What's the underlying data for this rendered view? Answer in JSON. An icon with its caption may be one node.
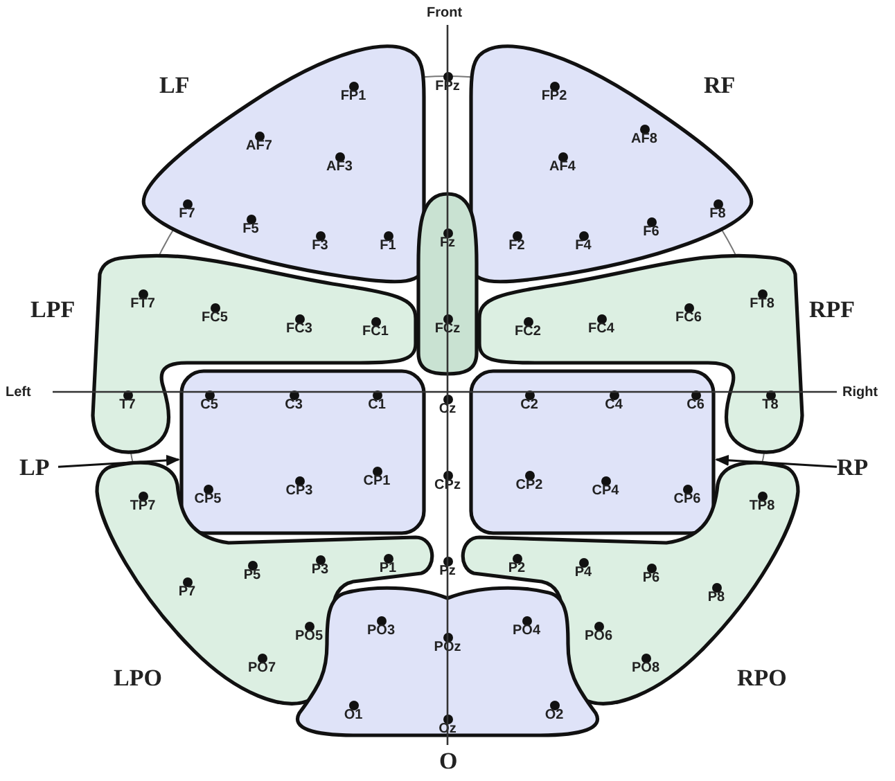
{
  "diagram": {
    "nodes": [
      {
        "text": [
          "LF",
          "FP1",
          "AF7",
          "AF3",
          "F7",
          "F5",
          "F3",
          "F1"
        ]
      },
      {
        "text": [
          "RF",
          "FP2",
          "AF4",
          "AF8",
          "F2",
          "F4",
          "F6",
          "F8"
        ]
      },
      {
        "text": [
          "Fz",
          "FCz"
        ]
      },
      {
        "text": [
          "LPF",
          "FT7",
          "FC5",
          "FC3",
          "FC1",
          "T7"
        ]
      },
      {
        "text": [
          "RPF",
          "FC2",
          "FC4",
          "FC6",
          "FT8",
          "T8"
        ]
      },
      {
        "text": [
          "C5",
          "C3",
          "C1",
          "CP5",
          "CP3",
          "CP1"
        ]
      },
      {
        "text": [
          "C2",
          "C4",
          "C6",
          "CP2",
          "CP4",
          "CP6"
        ]
      },
      {
        "text": [
          "LP"
        ]
      },
      {
        "text": [
          "RP"
        ]
      },
      {
        "text": [
          "LPO",
          "TP7",
          "P7",
          "P5",
          "P3",
          "P1",
          "PO7",
          "PO5"
        ]
      },
      {
        "text": [
          "RPO",
          "TP8",
          "P2",
          "P4",
          "P6",
          "P8",
          "PO6",
          "PO8"
        ]
      },
      {
        "text": [
          "O",
          "PO3",
          "POz",
          "PO4",
          "O1",
          "Oz",
          "O2"
        ]
      }
    ],
    "edges": [
      {
        "from": 7,
        "to": 5,
        "arrow": "to"
      },
      {
        "from": 8,
        "to": 6,
        "arrow": "to"
      }
    ],
    "labels": [
      "Front",
      "FPz",
      "Left",
      "Cz",
      "Right",
      "CPz",
      "Pz"
    ]
  }
}
